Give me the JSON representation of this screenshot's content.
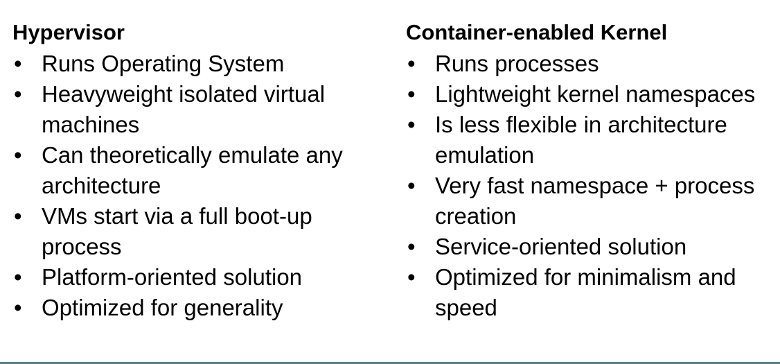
{
  "left": {
    "heading": "Hypervisor",
    "items": [
      "Runs Operating System",
      "Heavyweight isolated virtual machines",
      "Can theoretically emulate any architecture",
      "VMs start via a full boot-up process",
      "Platform-oriented solution",
      "Optimized for generality"
    ]
  },
  "right": {
    "heading": "Container-enabled Kernel",
    "items": [
      "Runs processes",
      "Lightweight kernel namespaces",
      "Is less flexible in architecture emulation",
      "Very fast namespace + process creation",
      "Service-oriented solution",
      "Optimized for minimalism and speed"
    ]
  },
  "bullet_glyph": "•",
  "colors": {
    "text": "#000000",
    "bottom_rule": "#5b7f91"
  }
}
